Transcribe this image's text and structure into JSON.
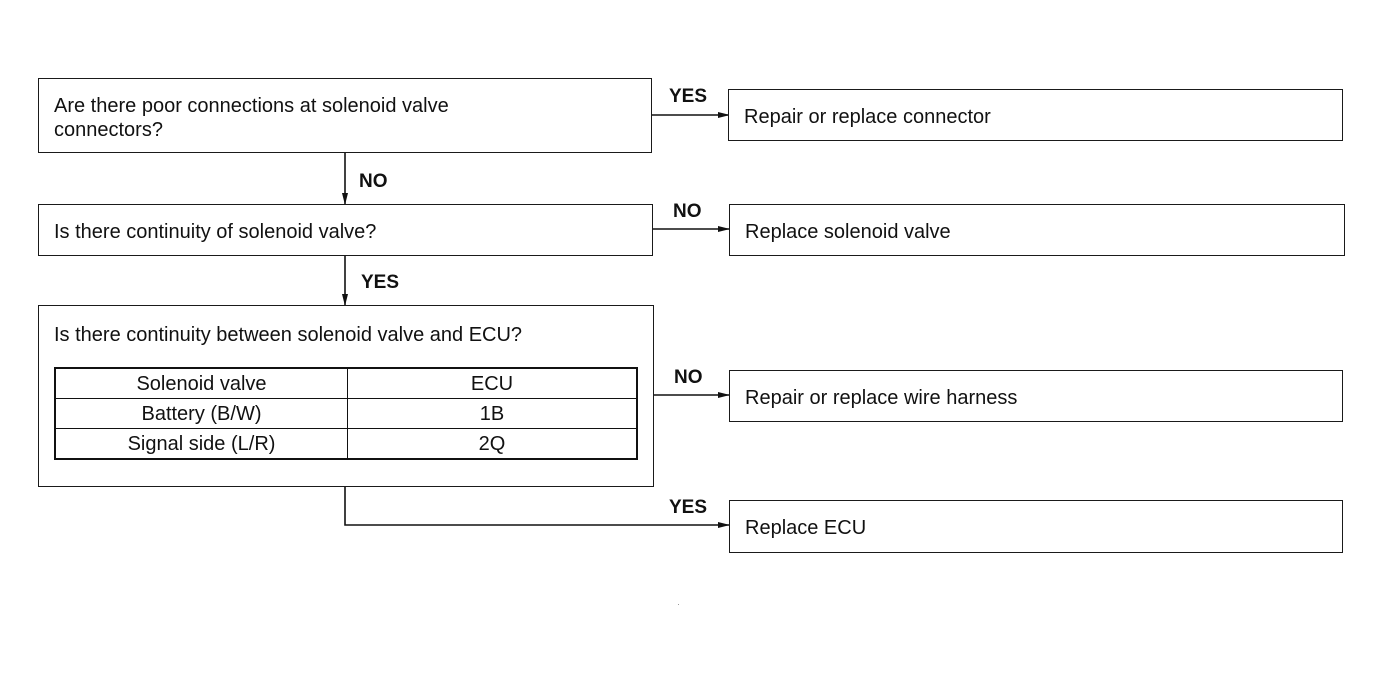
{
  "questions": {
    "q1": "Are there poor connections at solenoid valve\nconnectors?",
    "q2": "Is there continuity of solenoid valve?",
    "q3": "Is there continuity between solenoid valve and ECU?"
  },
  "actions": {
    "a1": "Repair or replace connector",
    "a2": "Replace solenoid valve",
    "a3": "Repair or replace wire harness",
    "a4": "Replace ECU"
  },
  "branch_labels": {
    "q1_right": "YES",
    "q1_down": "NO",
    "q2_right": "NO",
    "q2_down": "YES",
    "q3_right": "NO",
    "q3_down": "YES"
  },
  "continuity_table": {
    "headers": [
      "Solenoid valve",
      "ECU"
    ],
    "rows": [
      [
        "Battery (B/W)",
        "1B"
      ],
      [
        "Signal side (L/R)",
        "2Q"
      ]
    ]
  }
}
